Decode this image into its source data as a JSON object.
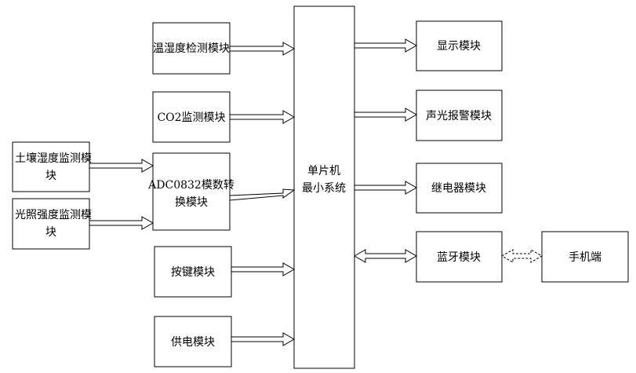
{
  "mcu": {
    "lines": [
      "单片机",
      "最小系统"
    ]
  },
  "inputs": [
    {
      "lines": [
        "温湿度检测模块"
      ]
    },
    {
      "lines": [
        "CO2监测模块"
      ]
    },
    {
      "lines": [
        "ADC0832模数转",
        "换模块"
      ]
    },
    {
      "lines": [
        "按键模块"
      ]
    },
    {
      "lines": [
        "供电模块"
      ]
    }
  ],
  "sensors": [
    {
      "lines": [
        "土壤湿度监测模",
        "块"
      ]
    },
    {
      "lines": [
        "光照强度监测模",
        "块"
      ]
    }
  ],
  "outputs": [
    {
      "lines": [
        "显示模块"
      ]
    },
    {
      "lines": [
        "声光报警模块"
      ]
    },
    {
      "lines": [
        "继电器模块"
      ]
    },
    {
      "lines": [
        "蓝牙模块"
      ]
    }
  ],
  "phone": {
    "lines": [
      "手机端"
    ]
  }
}
